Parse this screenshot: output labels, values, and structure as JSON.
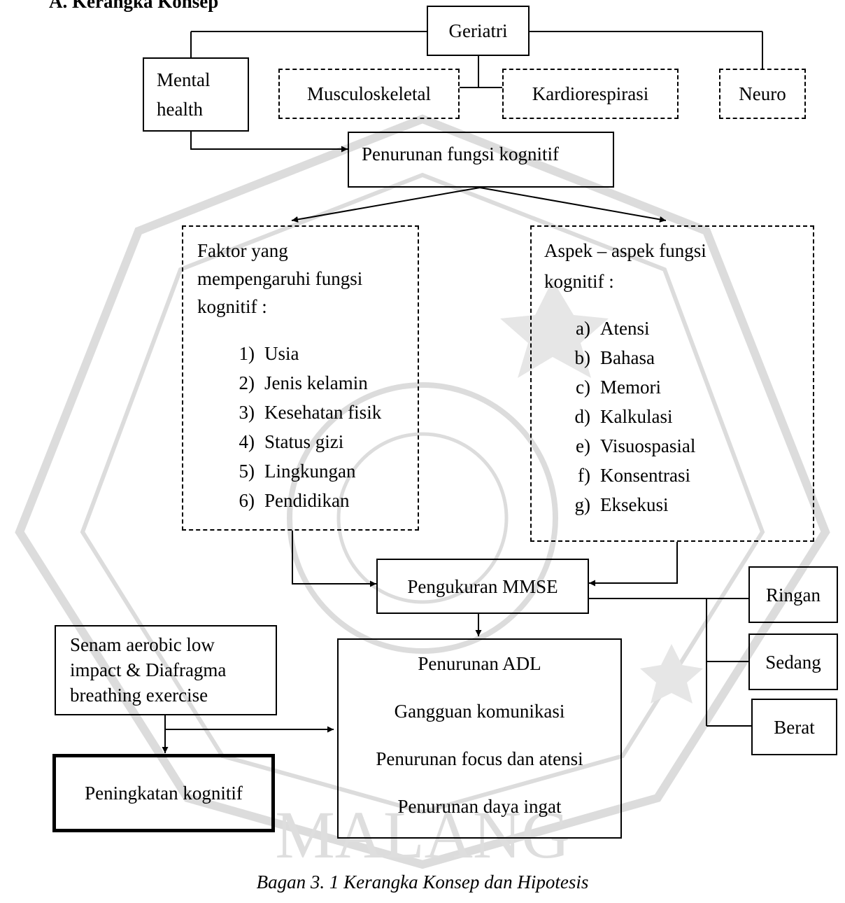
{
  "heading": "A.  Kerangka Konsep",
  "nodes": {
    "geriatri": "Geriatri",
    "mental_health": [
      "Mental",
      "health"
    ],
    "musculoskeletal": "Musculoskeletal",
    "kardiorespirasi": "Kardiorespirasi",
    "neuro": "Neuro",
    "penurunan_fungsi": "Penurunan fungsi kognitif",
    "faktor": {
      "title": [
        "Faktor yang",
        "mempengaruhi fungsi",
        "kognitif :"
      ],
      "items": [
        {
          "marker": "1)",
          "text": "Usia"
        },
        {
          "marker": "2)",
          "text": "Jenis kelamin"
        },
        {
          "marker": "3)",
          "text": "Kesehatan fisik"
        },
        {
          "marker": "4)",
          "text": "Status gizi"
        },
        {
          "marker": "5)",
          "text": "Lingkungan"
        },
        {
          "marker": "6)",
          "text": "Pendidikan"
        }
      ]
    },
    "aspek": {
      "title": [
        "Aspek – aspek fungsi",
        "kognitif :"
      ],
      "items": [
        {
          "marker": "a)",
          "text": "Atensi"
        },
        {
          "marker": "b)",
          "text": "Bahasa"
        },
        {
          "marker": "c)",
          "text": "Memori"
        },
        {
          "marker": "d)",
          "text": "Kalkulasi"
        },
        {
          "marker": "e)",
          "text": "Visuospasial"
        },
        {
          "marker": "f)",
          "text": "Konsentrasi"
        },
        {
          "marker": "g)",
          "text": "Eksekusi"
        }
      ]
    },
    "mmse": "Pengukuran MMSE",
    "ringan": "Ringan",
    "sedang": "Sedang",
    "berat": "Berat",
    "senam": [
      "Senam aerobic low",
      "impact & Diafragma",
      "breathing exercise"
    ],
    "adl": [
      "Penurunan ADL",
      "Gangguan komunikasi",
      "Penurunan focus dan atensi",
      "Penurunan daya ingat"
    ],
    "peningkatan": "Peningkatan kognitif"
  },
  "watermark": "MALANG",
  "caption": "Bagan 3. 1 Kerangka Konsep dan Hipotesis"
}
